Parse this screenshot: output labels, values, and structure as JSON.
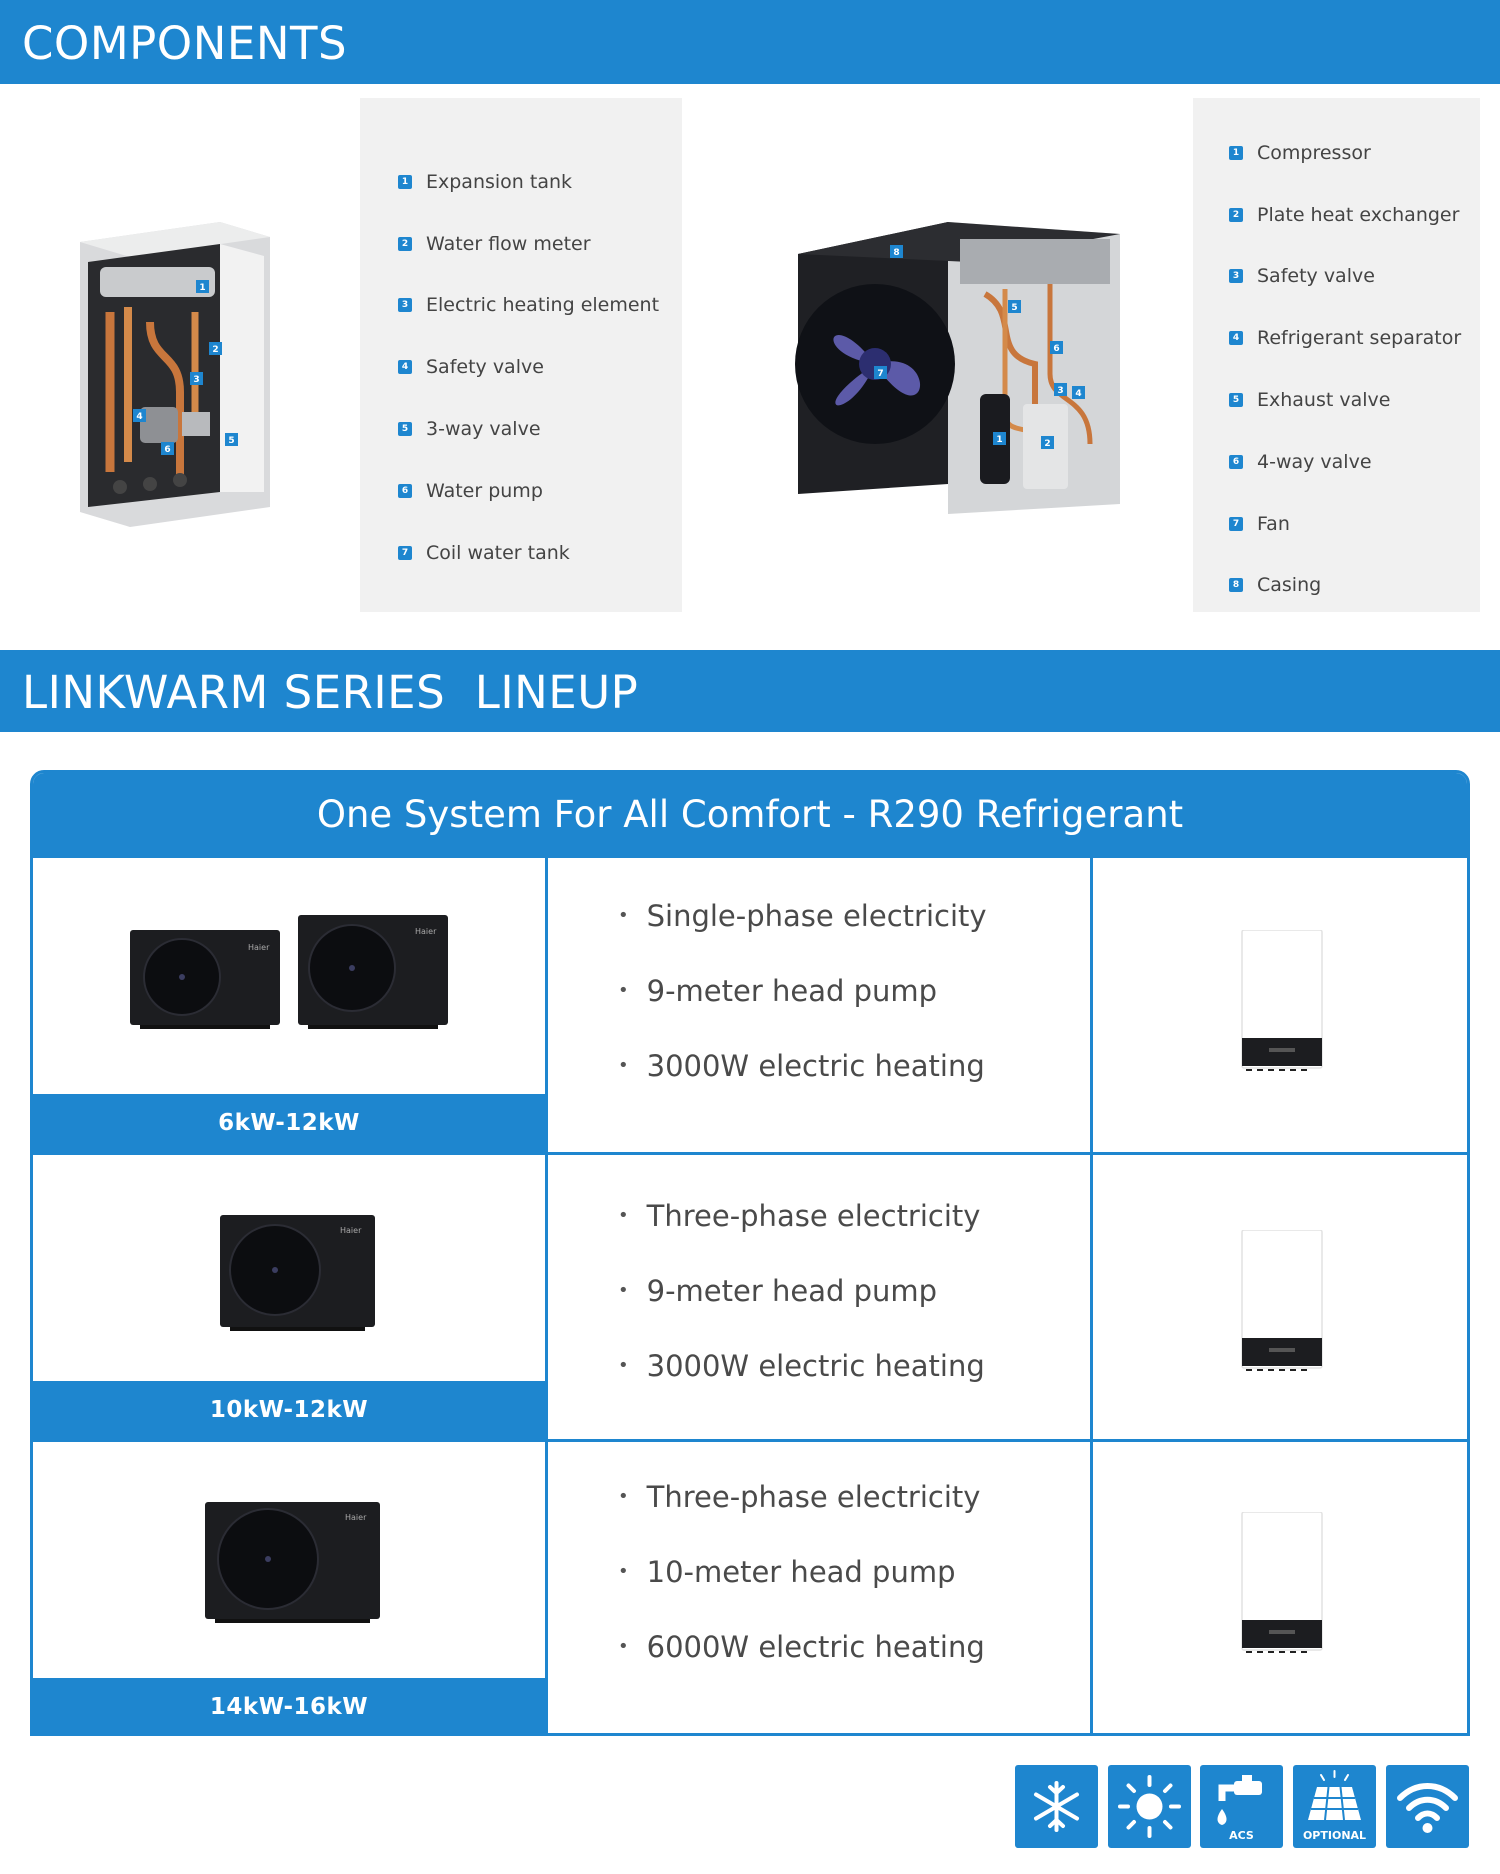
{
  "components": {
    "title": "COMPONENTS",
    "indoor_parts": [
      {
        "num": "1",
        "label": "Expansion tank"
      },
      {
        "num": "2",
        "label": "Water flow meter"
      },
      {
        "num": "3",
        "label": "Electric heating element"
      },
      {
        "num": "4",
        "label": "Safety valve"
      },
      {
        "num": "5",
        "label": "3-way valve"
      },
      {
        "num": "6",
        "label": "Water pump"
      },
      {
        "num": "7",
        "label": "Coil water tank"
      }
    ],
    "outdoor_parts": [
      {
        "num": "1",
        "label": "Compressor"
      },
      {
        "num": "2",
        "label": "Plate heat exchanger"
      },
      {
        "num": "3",
        "label": "Safety valve"
      },
      {
        "num": "4",
        "label": "Refrigerant separator"
      },
      {
        "num": "5",
        "label": "Exhaust valve"
      },
      {
        "num": "6",
        "label": "4-way valve"
      },
      {
        "num": "7",
        "label": "Fan"
      },
      {
        "num": "8",
        "label": "Casing"
      }
    ],
    "indoor_markers": [
      "1",
      "2",
      "3",
      "4",
      "5",
      "6"
    ],
    "outdoor_markers": [
      "1",
      "2",
      "3",
      "4",
      "5",
      "6",
      "7",
      "8"
    ]
  },
  "lineup": {
    "title": "LINKWARM SERIES  LINEUP",
    "table_title": "One System For All Comfort - R290 Refrigerant",
    "brand": "Haier",
    "rows": [
      {
        "capacity": "6kW-12kW",
        "specs": [
          "Single-phase electricity",
          "9-meter head pump",
          "3000W electric heating"
        ]
      },
      {
        "capacity": "10kW-12kW",
        "specs": [
          "Three-phase electricity",
          "9-meter head pump",
          "3000W electric heating"
        ]
      },
      {
        "capacity": "14kW-16kW",
        "specs": [
          "Three-phase electricity",
          "10-meter head pump",
          "6000W electric heating"
        ]
      }
    ]
  },
  "features": [
    {
      "icon": "snowflake-icon",
      "label": ""
    },
    {
      "icon": "sun-icon",
      "label": ""
    },
    {
      "icon": "hot-water-tap-icon",
      "label": "ACS"
    },
    {
      "icon": "solar-panel-icon",
      "label": "OPTIONAL"
    },
    {
      "icon": "wifi-icon",
      "label": ""
    }
  ],
  "colors": {
    "accent": "#1e86cf",
    "panel": "#f1f1f1",
    "unit": "#1c1d20"
  }
}
